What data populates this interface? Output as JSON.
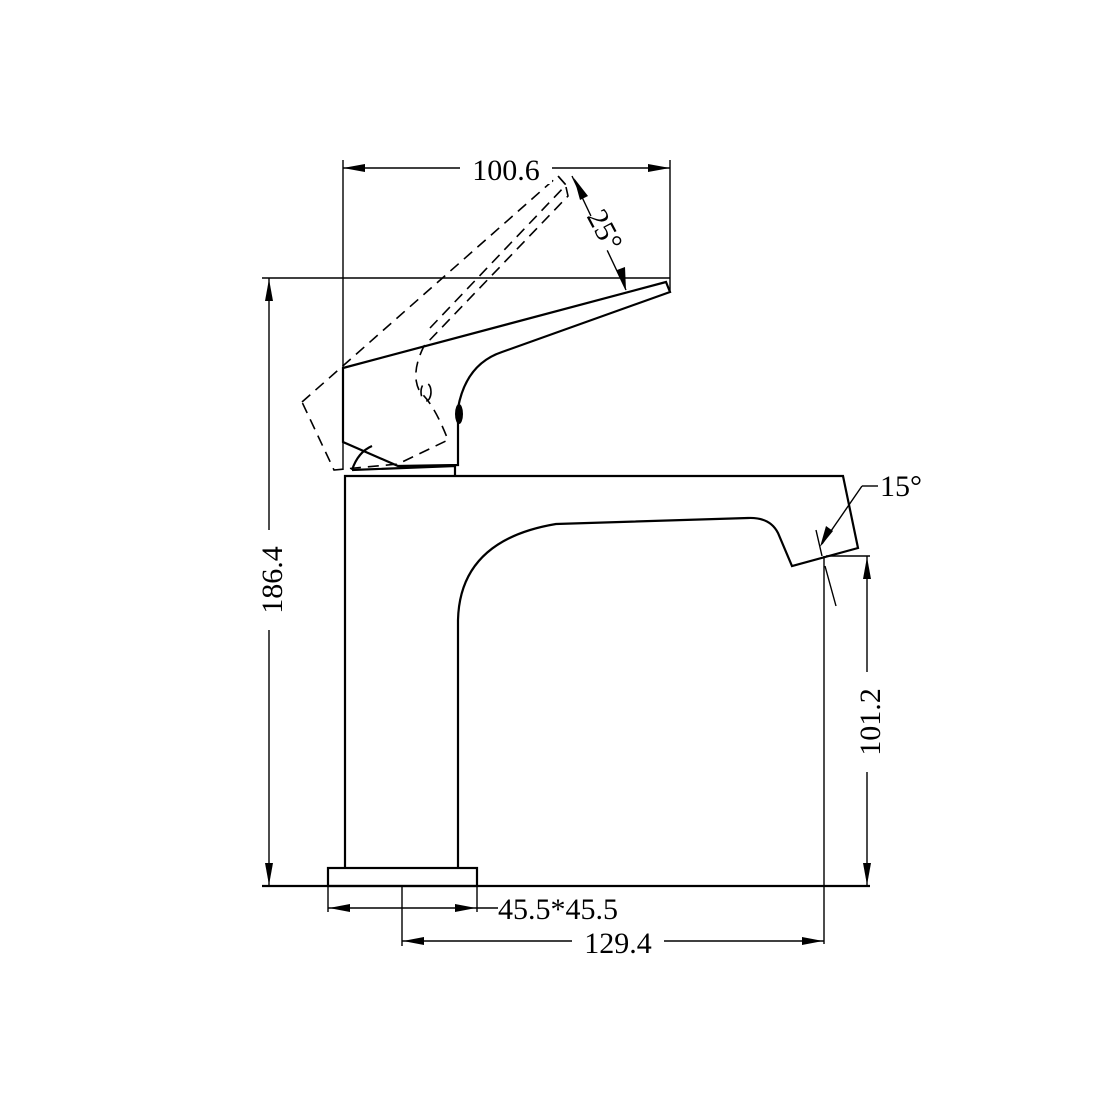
{
  "drawing": {
    "subject": "Basin mixer tap side elevation",
    "line_color": "#000000",
    "background_color": "#ffffff"
  },
  "dimensions": {
    "handle_reach": {
      "label": "100.6",
      "value": 100.6,
      "unit": "mm",
      "orientation": "horizontal"
    },
    "handle_angle": {
      "label": "25°",
      "value": 25,
      "unit": "deg"
    },
    "spout_angle": {
      "label": "15°",
      "value": 15,
      "unit": "deg"
    },
    "overall_height": {
      "label": "186.4",
      "value": 186.4,
      "unit": "mm",
      "orientation": "vertical"
    },
    "spout_height": {
      "label": "101.2",
      "value": 101.2,
      "unit": "mm",
      "orientation": "vertical"
    },
    "base_size": {
      "label": "45.5*45.5",
      "value": "45.5*45.5",
      "unit": "mm",
      "orientation": "horizontal"
    },
    "spout_reach": {
      "label": "129.4",
      "value": 129.4,
      "unit": "mm",
      "orientation": "horizontal"
    }
  }
}
